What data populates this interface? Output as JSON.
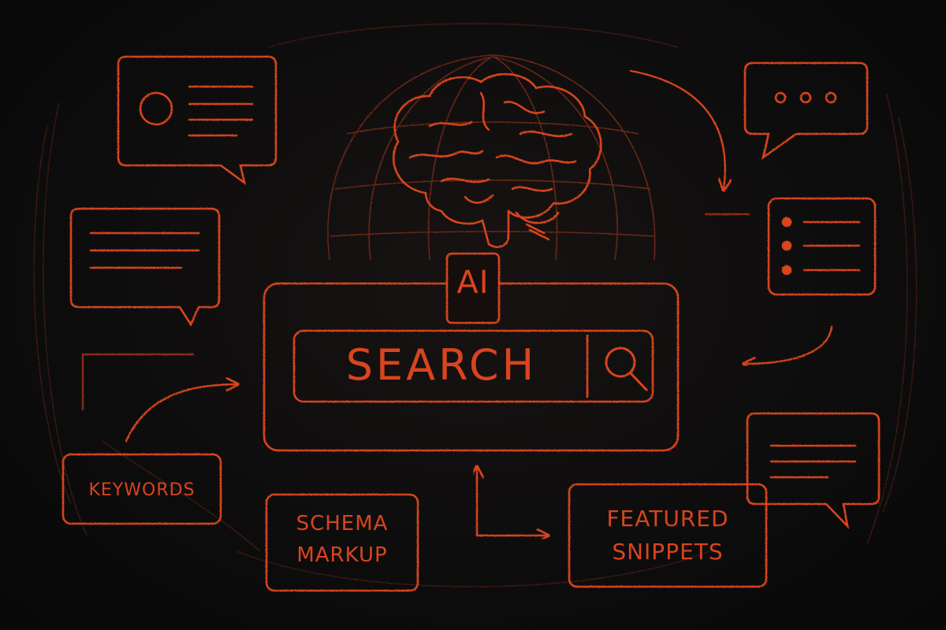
{
  "colors": {
    "background": "#0d0d0d",
    "accent": "#d9441e",
    "accent_dim": "#8a2f17"
  },
  "center": {
    "ai_label": "AI",
    "search_label": "SEARCH",
    "search_icon": "magnifier-icon",
    "brain_icon": "brain-icon",
    "globe_icon": "globe-icon"
  },
  "labels": {
    "keywords": "KEYWORDS",
    "schema_line1": "SCHEMA",
    "schema_line2": "MARKUP",
    "featured_line1": "FEATURED",
    "featured_line2": "SNIPPETS"
  },
  "bubbles": {
    "profile_card": "profile-card-bubble-icon",
    "text_lines": "text-lines-bubble-icon",
    "typing": "typing-dots-bubble-icon",
    "list": "bullet-list-box-icon",
    "text_lines_right": "text-lines-bubble-icon"
  }
}
